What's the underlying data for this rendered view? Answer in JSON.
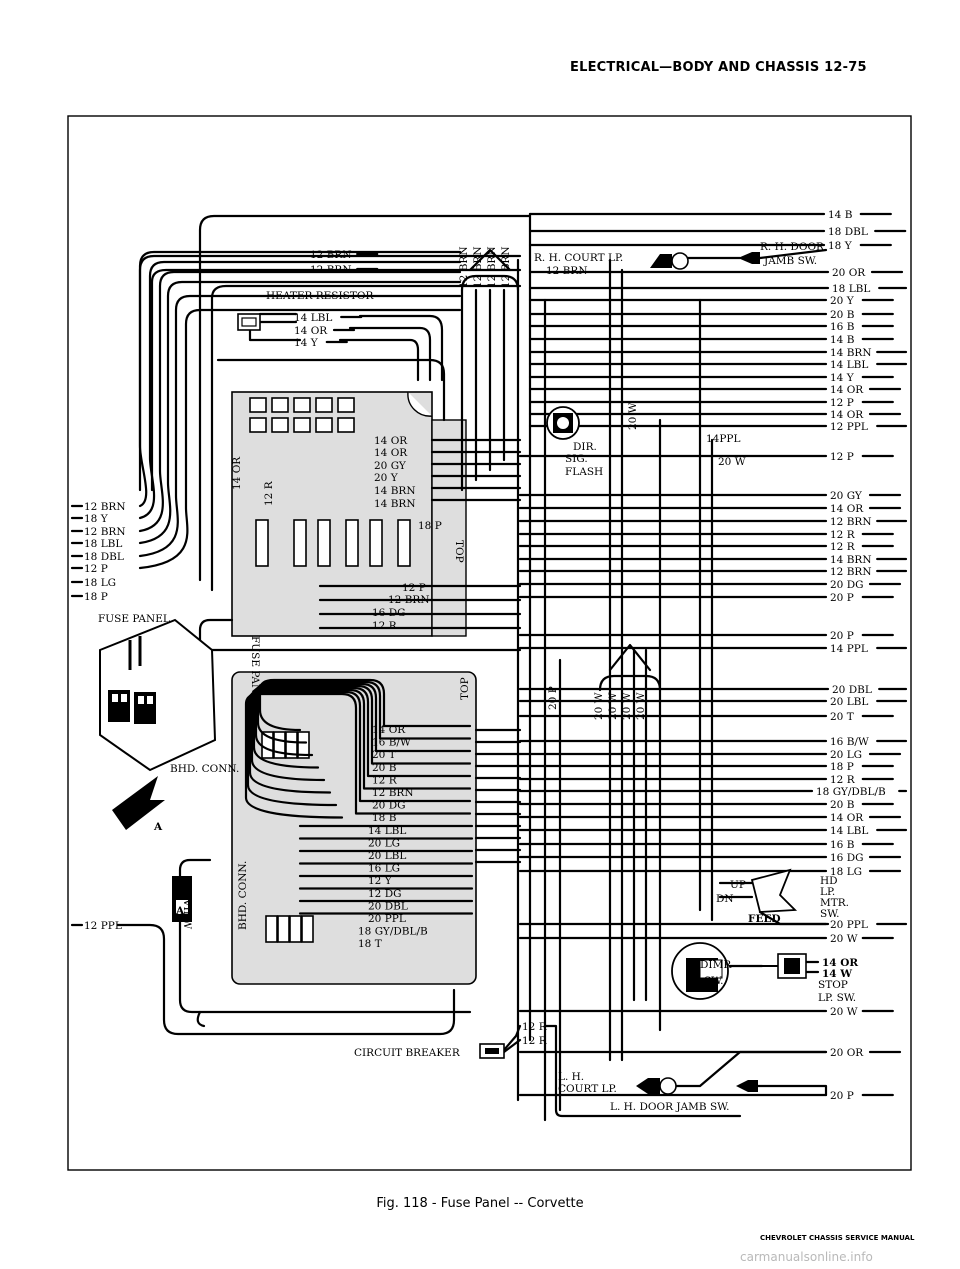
{
  "header": "ELECTRICAL—BODY AND CHASSIS 12-75",
  "caption": "Fig. 118 - Fuse Panel -- Corvette",
  "footer": "CHEVROLET CHASSIS SERVICE MANUAL",
  "watermark": "carmanualsonline.info",
  "diagram": {
    "components": {
      "heater_resistor": "HEATER RESISTOR",
      "rh_court_lp": "R. H. COURT LP.",
      "rh_door_jamb_sw_1": "R. H. DOOR",
      "rh_door_jamb_sw_2": "JAMB SW.",
      "dir_sig_flash_1": "DIR.",
      "dir_sig_flash_2": "SIG.",
      "dir_sig_flash_3": "FLASH",
      "fuse_panel": "FUSE PANEL",
      "fuse_panel_vert": "FUSE PANEL",
      "bhd_conn": "BHD. CONN.",
      "bhd_conn_vert": "BHD. CONN.",
      "top1": "TOP",
      "top2": "TOP",
      "view_a_letter": "A",
      "view_label": "VIEW",
      "view_letter": "A",
      "hd_lp_mtr_sw_1": "HD",
      "hd_lp_mtr_sw_2": "LP.",
      "hd_lp_mtr_sw_3": "MTR.",
      "hd_lp_mtr_sw_4": "SW.",
      "up": "UP",
      "dn": "DN",
      "feed": "FEED",
      "dimr_sw_1": "DIMR",
      "dimr_sw_2": "SW.",
      "stop_lp_sw_1": "STOP",
      "stop_lp_sw_2": "LP. SW.",
      "circuit_breaker": "CIRCUIT BREAKER",
      "lh_court_lp_1": "L. H.",
      "lh_court_lp_2": "COURT LP.",
      "lh_door_jamb_sw": "L. H. DOOR JAMB SW."
    },
    "left_wires": [
      "12 BRN",
      "18 Y",
      "12 BRN",
      "18 LBL",
      "18 DBL",
      "12 P",
      "18 LG",
      "18 P",
      "12 PPL"
    ],
    "heater_wires": [
      "12 BRN",
      "12 BRN",
      "14 LBL",
      "14 OR",
      "14 Y"
    ],
    "vertical_bundle_top": [
      "12 BRN",
      "12 BRN",
      "12 BRN",
      "12 BRN"
    ],
    "rh_court_wire": "12 BRN",
    "fuse_panel_wires": [
      "14 OR",
      "14 OR",
      "20 GY",
      "20 Y",
      "14 BRN",
      "14 BRN",
      "18 P",
      "12 P",
      "12 BRN",
      "16 DG",
      "12 R"
    ],
    "fuse_panel_vert_labels": [
      "14 OR",
      "12 R"
    ],
    "bhd_conn_wires": [
      "14 OR",
      "16 B/W",
      "20 T",
      "20 B",
      "12 R",
      "12 BRN",
      "20 DG",
      "18 B",
      "14 LBL",
      "20 LG",
      "20 LBL",
      "16 LG",
      "12 Y",
      "12 DG",
      "20 DBL",
      "20 PPL",
      "18 GY/DBL/B",
      "18 T"
    ],
    "right_wires": [
      "14 B",
      "18 DBL",
      "18 Y",
      "20 OR",
      "18 LBL",
      "20 Y",
      "20 B",
      "16 B",
      "14 B",
      "14 BRN",
      "14 LBL",
      "14 Y",
      "14 OR",
      "12 P",
      "14 OR",
      "12 PPL",
      "12 P",
      "20 GY",
      "14 OR",
      "12 BRN",
      "12 R",
      "12 R",
      "14 BRN",
      "12 BRN",
      "20 DG",
      "20 P",
      "20 P",
      "14 PPL",
      "20 DBL",
      "20 LBL",
      "20 T",
      "16 B/W",
      "20 LG",
      "18 P",
      "12 R",
      "18 GY/DBL/B",
      "20 B",
      "14 OR",
      "14 LBL",
      "16 B",
      "16 DG",
      "18 LG",
      "20 PPL",
      "20 W",
      "20 W",
      "20 OR",
      "20 P"
    ],
    "mid_labels": {
      "w20_vert": "20 W",
      "ppl14": "14PPL",
      "w20": "20 W",
      "p20_vert": "20 P",
      "w20_group": [
        "20 W",
        "20 W",
        "20 W",
        "20 W"
      ]
    },
    "stop_wires": [
      "14 OR",
      "14 W"
    ],
    "breaker_wires": [
      "12 R",
      "12 R"
    ]
  }
}
